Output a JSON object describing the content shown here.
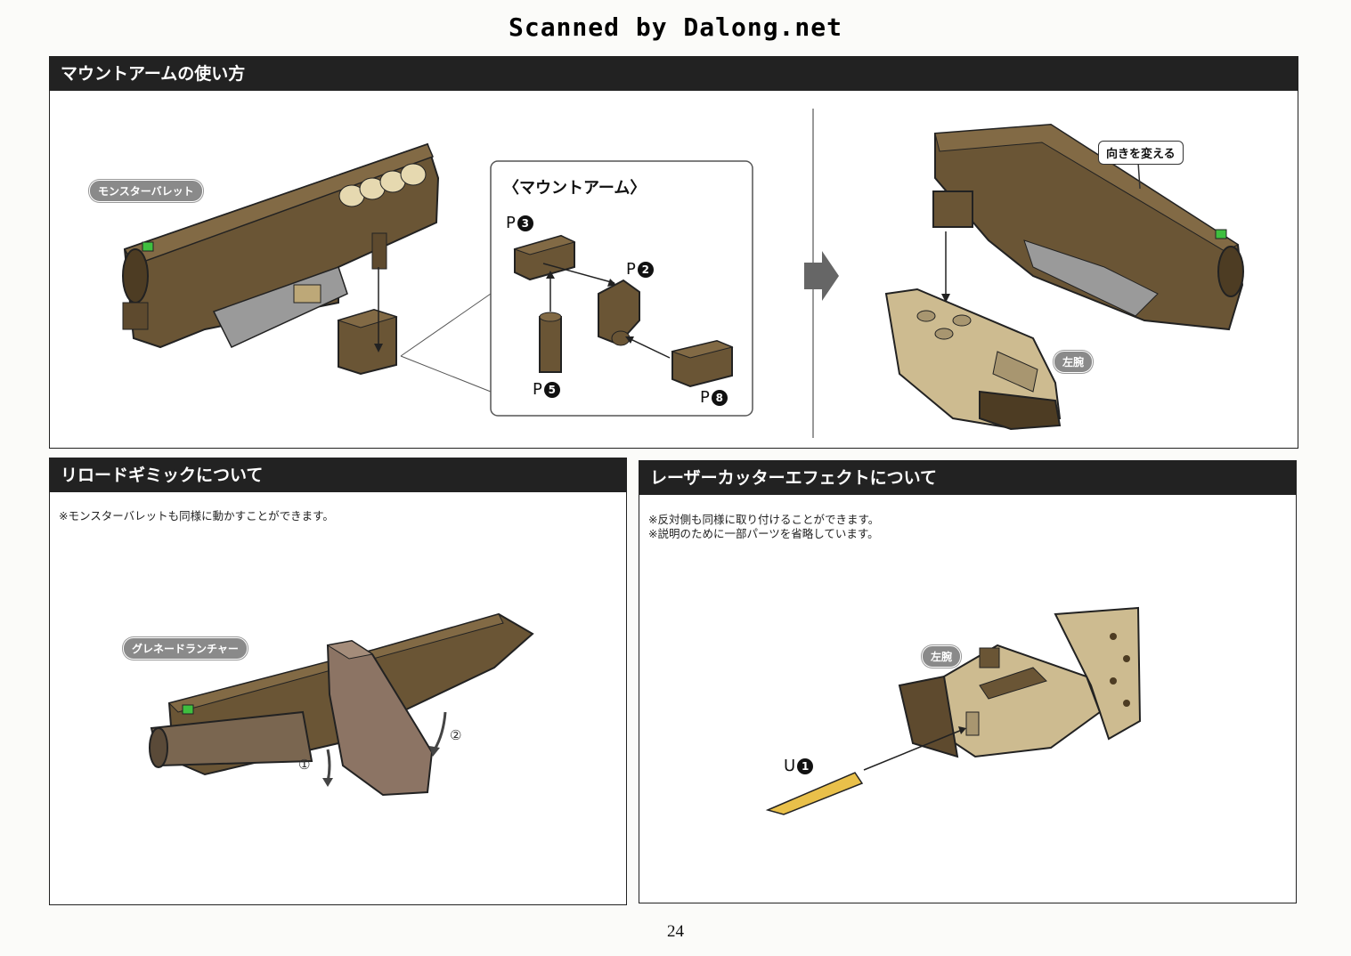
{
  "watermark": "Scanned by Dalong.net",
  "page_number": "24",
  "mount_arm": {
    "title": "マウントアームの使い方",
    "monster_label": "モンスターバレット",
    "inset_title": "〈マウントアーム〉",
    "parts": {
      "p3": {
        "letter": "P",
        "num": "3"
      },
      "p2": {
        "letter": "P",
        "num": "2"
      },
      "p5": {
        "letter": "P",
        "num": "5"
      },
      "p8": {
        "letter": "P",
        "num": "8"
      }
    },
    "change_direction": "向きを変える",
    "left_arm": "左腕"
  },
  "reload": {
    "title": "リロードギミックについて",
    "note": "※モンスターバレットも同様に動かすことができます。",
    "grenade_label": "グレネードランチャー",
    "step1": "①",
    "step2": "②"
  },
  "laser": {
    "title": "レーザーカッターエフェクトについて",
    "note1": "※反対側も同様に取り付けることができます。",
    "note2": "※説明のために一部パーツを省略しています。",
    "left_arm": "左腕",
    "part_u": {
      "letter": "U",
      "num": "1"
    }
  },
  "colors": {
    "dark_brown": "#5e4a2e",
    "tan": "#cdbb90",
    "header": "#222222",
    "accent_green": "#3fbf3f",
    "effect_yellow": "#e9c04a"
  }
}
